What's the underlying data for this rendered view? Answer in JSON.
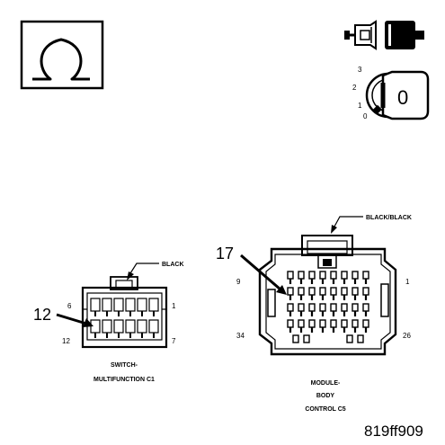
{
  "figure_id": "819ff909",
  "symbols": {
    "ohmmeter": "ohm-symbol",
    "connector_disconnect": "connector-disconnect-icon",
    "ignition_key": "ignition-key-icon",
    "ignition_positions": [
      "3",
      "2",
      "1",
      "0"
    ],
    "ignition_key_label": "0"
  },
  "switch_connector": {
    "lock_color_label": "BLACK",
    "title_line1": "SWITCH-",
    "title_line2": "MULTIFUNCTION C1",
    "pin_labels": {
      "top_left": "6",
      "top_right": "1",
      "bottom_left": "12",
      "bottom_right": "7"
    },
    "callout_pin": "12"
  },
  "module_connector": {
    "lock_color_label": "BLACK/BLACK",
    "title_line1": "MODULE-",
    "title_line2": "BODY",
    "title_line3": "CONTROL C5",
    "pin_labels": {
      "top_left": "9",
      "top_right": "1",
      "bottom_left": "34",
      "bottom_right": "26"
    },
    "callout_pin": "17"
  }
}
